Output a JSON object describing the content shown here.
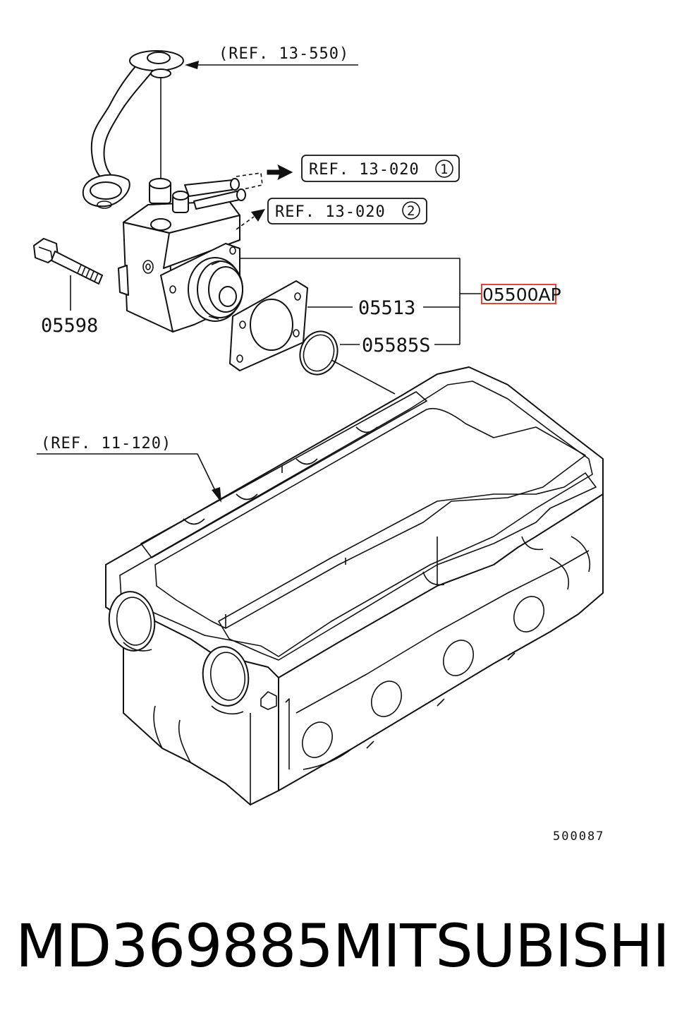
{
  "refs": {
    "ref_13_550": "(REF. 13-550)",
    "ref_13_020_a": "REF. 13-020",
    "ref_13_020_a_num": "1",
    "ref_13_020_b": "REF. 13-020",
    "ref_13_020_b_num": "2",
    "ref_11_120": "(REF. 11-120)"
  },
  "parts": {
    "bolt": "05598",
    "gasket": "05513",
    "oring": "05585S",
    "assembly": "05500AP"
  },
  "diagram_code": "500087",
  "caption": {
    "part_number": "MD369885",
    "brand": "MITSUBISHI"
  }
}
